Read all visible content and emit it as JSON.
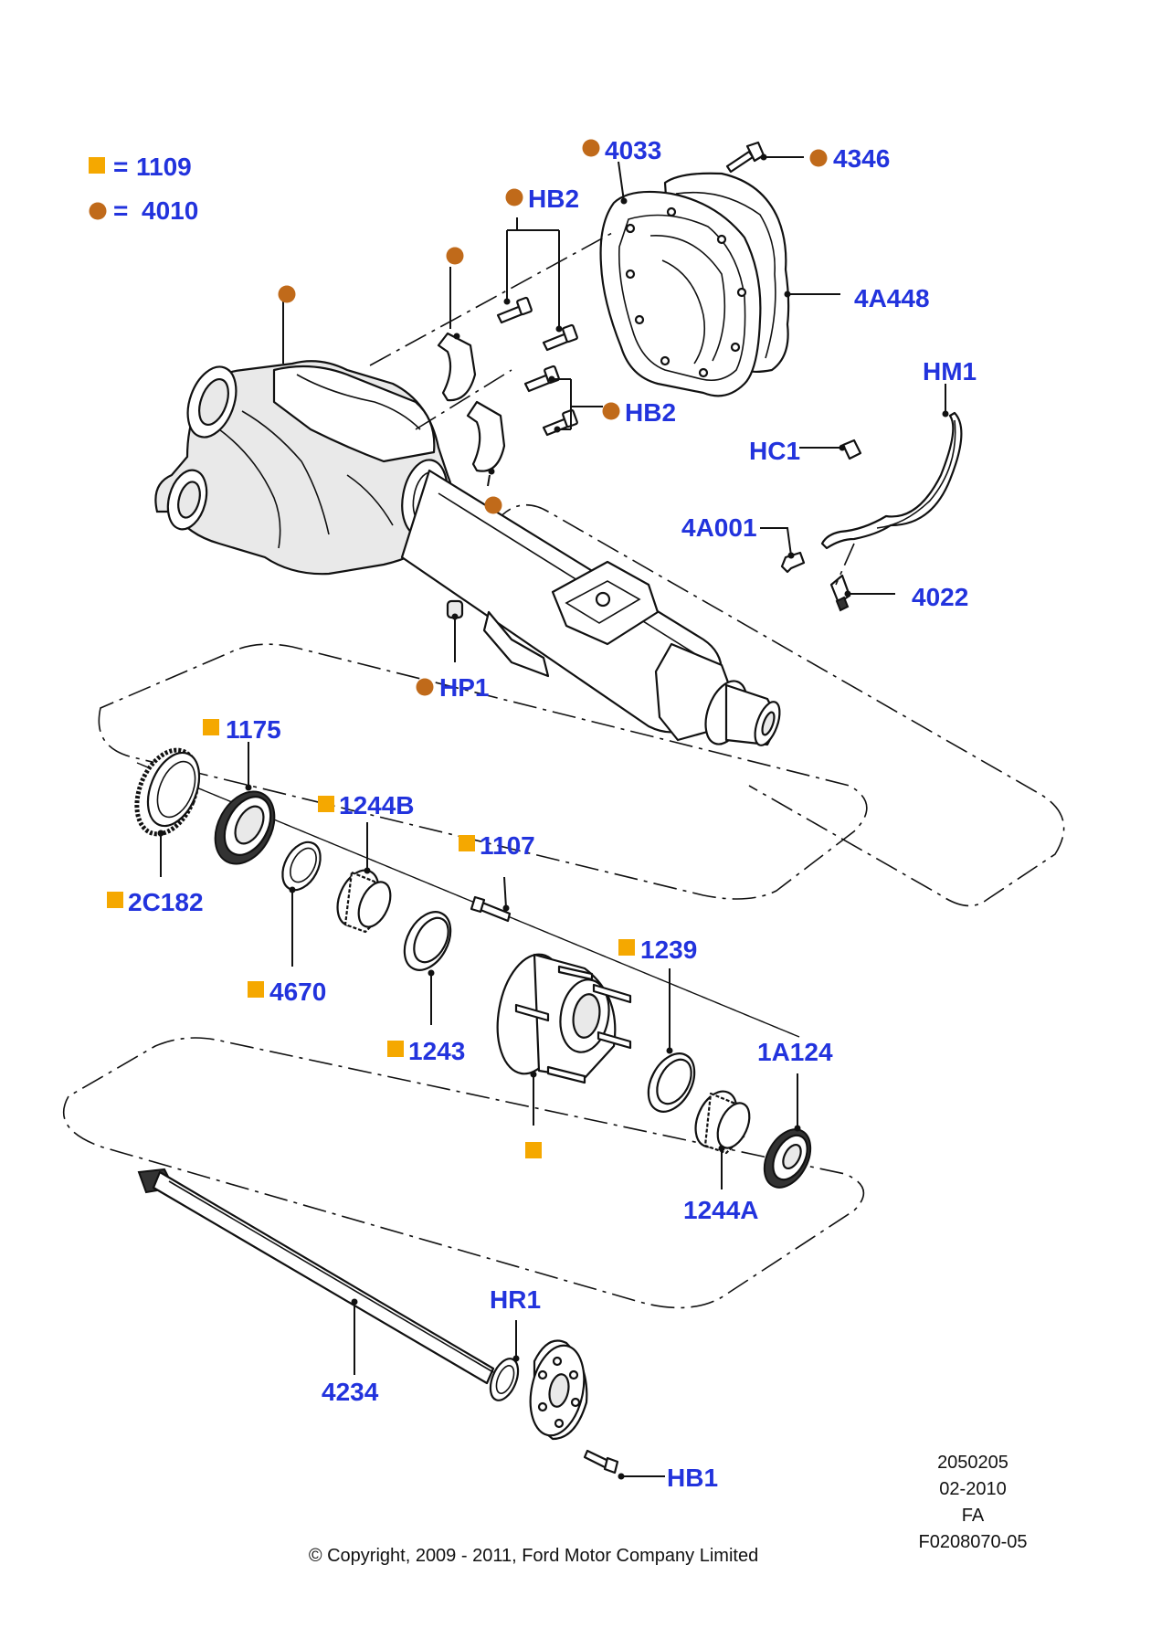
{
  "legend": {
    "square_value": "1109",
    "circle_value": "4010",
    "equals": "="
  },
  "callouts": {
    "c4033": "4033",
    "c4346": "4346",
    "c4A448": "4A448",
    "cHB2_top": "HB2",
    "cHB2_mid": "HB2",
    "cHM1": "HM1",
    "cHC1": "HC1",
    "c4A001": "4A001",
    "c4022": "4022",
    "cHP1": "HP1",
    "c1175": "1175",
    "c1244B": "1244B",
    "c1107": "1107",
    "c2C182": "2C182",
    "c1239": "1239",
    "c4670": "4670",
    "c1243": "1243",
    "c1A124": "1A124",
    "c1244A": "1244A",
    "cHR1": "HR1",
    "c4234": "4234",
    "cHB1": "HB1"
  },
  "info_block": {
    "line1": "2050205",
    "line2": "02-2010",
    "line3": "FA",
    "line4": "F0208070-05"
  },
  "copyright": "© Copyright, 2009 - 2011, Ford Motor Company Limited",
  "colors": {
    "callout_text": "#2233dd",
    "square_marker": "#f5a800",
    "circle_marker": "#c06a1a"
  },
  "icons": {
    "square_marker": "orange-square-marker",
    "circle_marker": "brown-circle-marker"
  }
}
